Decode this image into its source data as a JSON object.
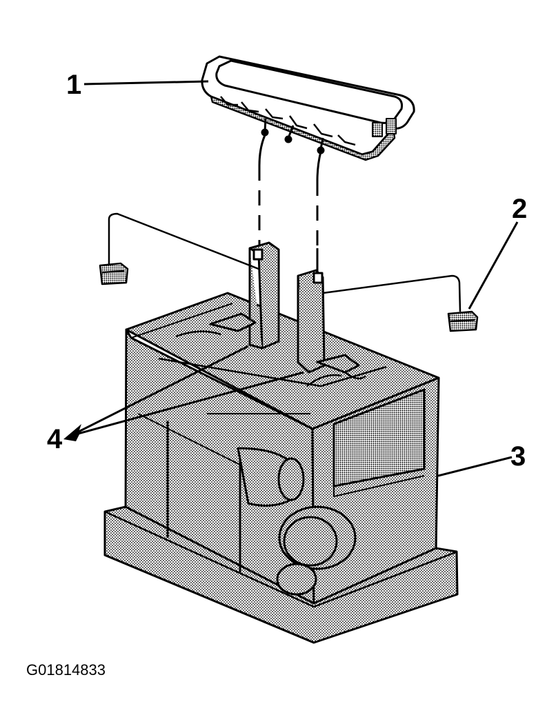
{
  "diagram": {
    "callouts": [
      {
        "id": "1",
        "label": "1"
      },
      {
        "id": "2",
        "label": "2"
      },
      {
        "id": "3",
        "label": "3"
      },
      {
        "id": "4",
        "label": "4"
      }
    ],
    "figure_id": "G01814833"
  },
  "colors": {
    "line": "#000000",
    "fill_shaded": "#8a8a8a",
    "background": "#ffffff"
  }
}
